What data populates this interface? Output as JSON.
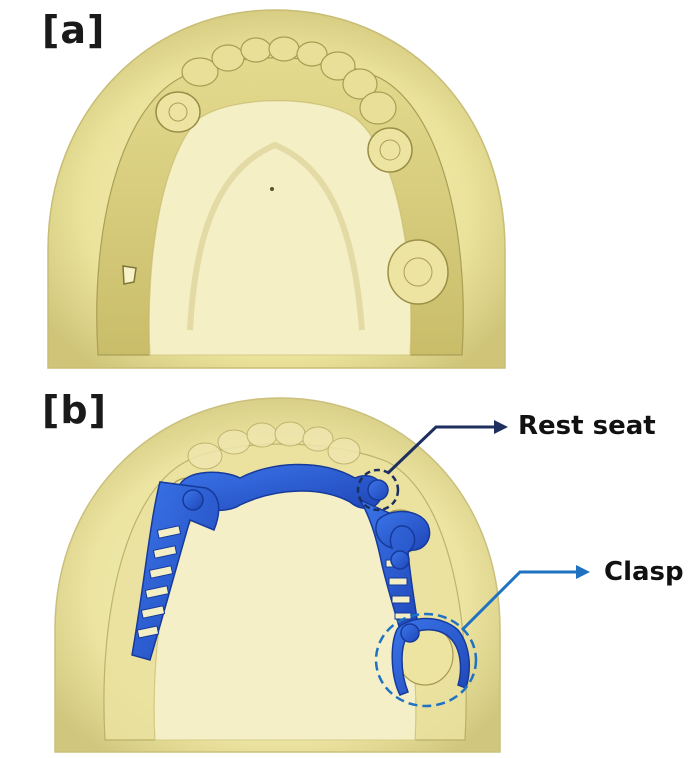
{
  "panels": [
    {
      "label": "[a]"
    },
    {
      "label": "[b]"
    }
  ],
  "callouts": {
    "rest_seat": "Rest seat",
    "clasp": "Clasp"
  },
  "colors": {
    "model": "#efe9a8",
    "model_dark": "#b8ad5c",
    "framework": "#2e5fd6",
    "rest_arrow": "#1c2f5e",
    "clasp_arrow": "#1f72c2"
  }
}
